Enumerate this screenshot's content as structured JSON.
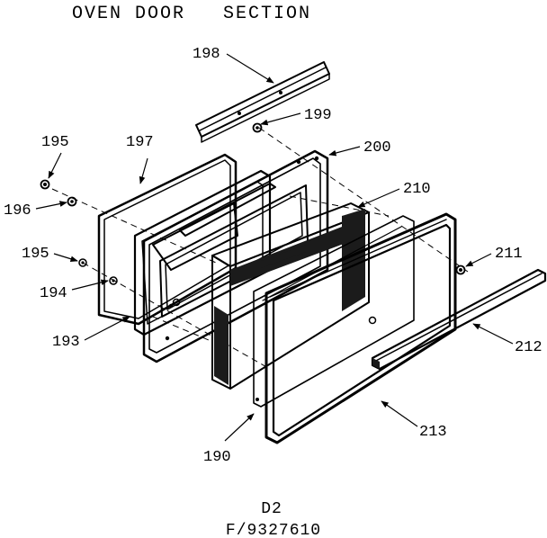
{
  "title": "OVEN DOOR   SECTION",
  "footer": {
    "code": "D2",
    "model": "F/9327610"
  },
  "callouts": {
    "p198": "198",
    "p199": "199",
    "p200": "200",
    "p210": "210",
    "p211": "211",
    "p212": "212",
    "p213": "213",
    "p190": "190",
    "p193": "193",
    "p194": "194",
    "p195a": "195",
    "p195b": "195",
    "p196": "196",
    "p197": "197"
  },
  "colors": {
    "ink": "#000000",
    "background": "#ffffff"
  }
}
